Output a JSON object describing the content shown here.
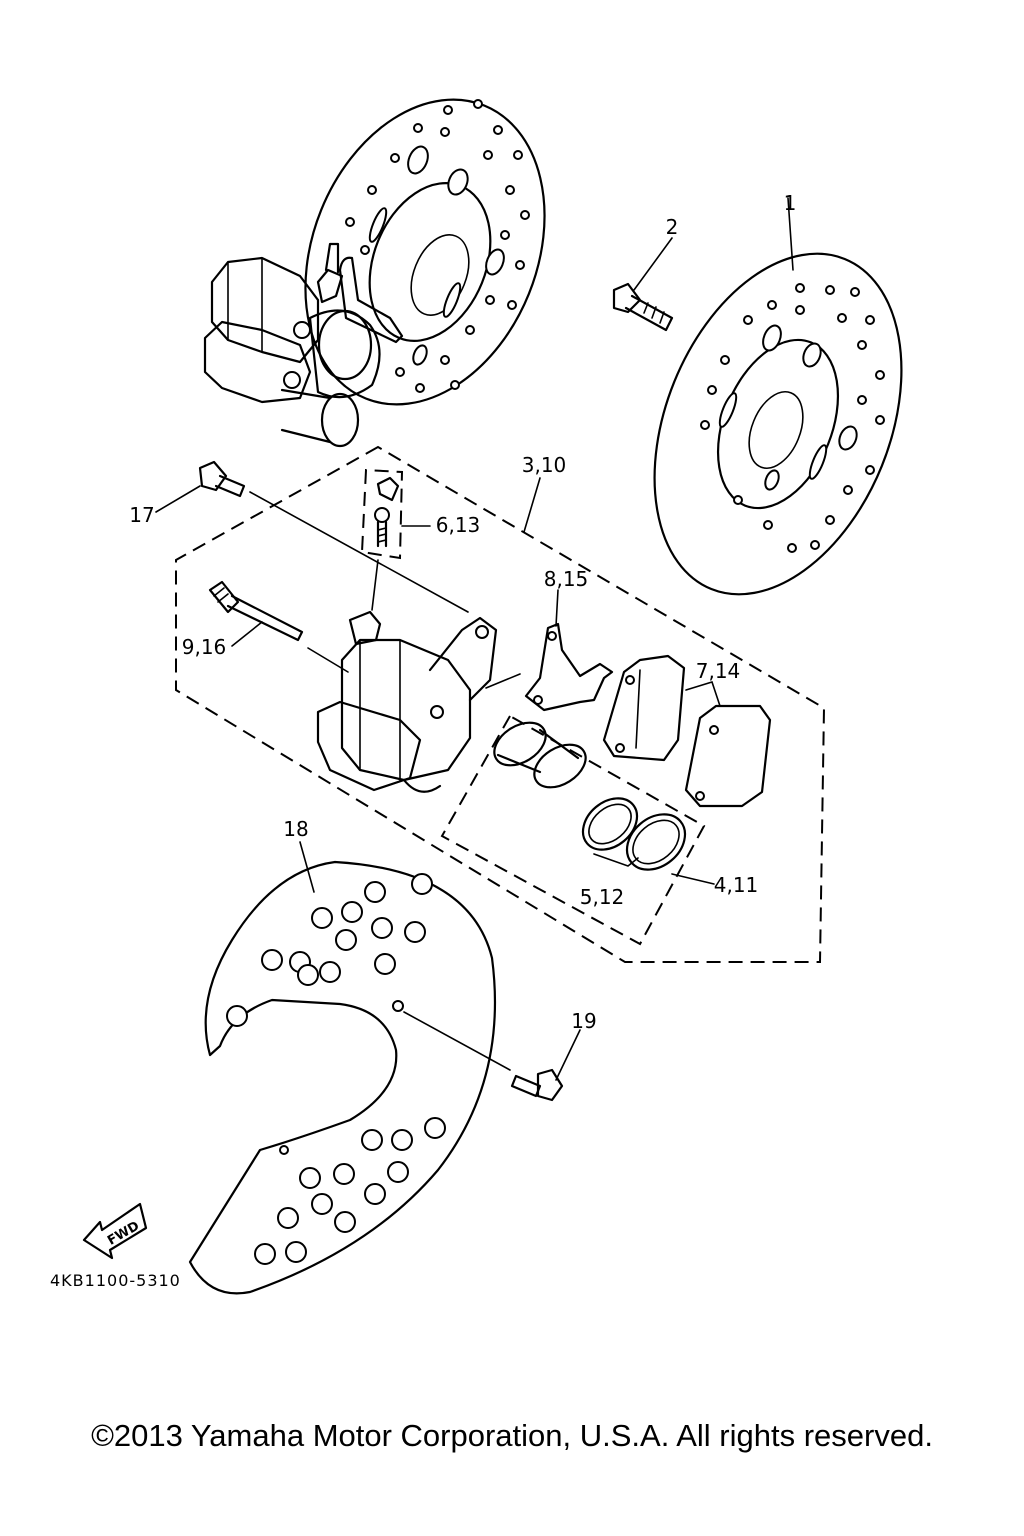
{
  "callouts": {
    "c1": "1",
    "c2": "2",
    "c3_10": "3,10",
    "c17": "17",
    "c6_13": "6,13",
    "c8_15": "8,15",
    "c9_16": "9,16",
    "c7_14": "7,14",
    "c18": "18",
    "c5_12": "5,12",
    "c4_11": "4,11",
    "c19": "19"
  },
  "fwd_label": "FWD",
  "diagram_code": "4KB1100-5310",
  "copyright": "©2013 Yamaha Motor Corporation, U.S.A. All rights reserved."
}
